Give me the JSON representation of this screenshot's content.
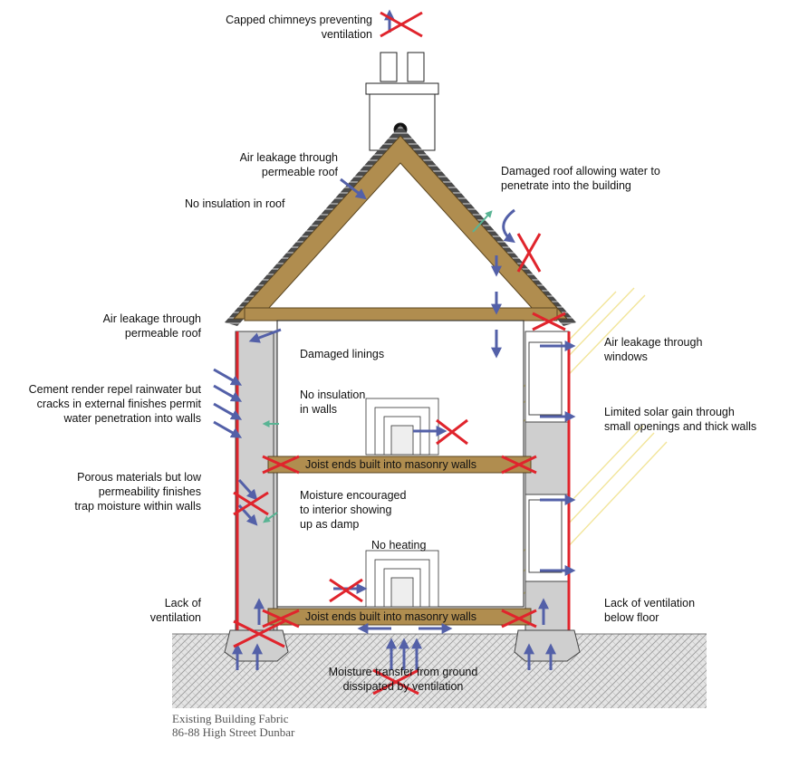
{
  "colors": {
    "timber": "#b08d4f",
    "masonry": "#cfcfcf",
    "render_line": "#e0242c",
    "cross": "#e0242c",
    "flow_arrow": "#5360a8",
    "moisture_arrow": "#59b494",
    "sun_ray": "#f2e59a",
    "ground": "#e4e4e4"
  },
  "annotations": {
    "capped_chimneys": "Capped chimneys preventing\nventilation",
    "air_leak_roof_upper": "Air leakage through\npermeable roof",
    "no_insulation_roof": "No insulation in roof",
    "damaged_roof": "Damaged roof allowing water to\npenetrate into the building",
    "air_leak_roof_lower": "Air leakage through\npermeable roof",
    "damaged_linings": "Damaged linings",
    "cement_render": "Cement render repel rainwater but\ncracks in external finishes permit\nwater penetration into walls",
    "no_insulation_walls": "No insulation\nin walls",
    "air_leak_windows": "Air leakage through\nwindows",
    "limited_solar": "Limited solar gain through\nsmall openings and thick walls",
    "joist_upper": "Joist ends built into masonry walls",
    "porous_materials": "Porous materials but low\npermeability finishes\ntrap moisture within walls",
    "moisture_interior": "Moisture encouraged\nto interior showing\nup as damp",
    "no_heating": "No heating",
    "lack_ventilation": "Lack of\nventilation",
    "lack_ventilation_floor": "Lack of ventilation\nbelow floor",
    "joist_lower": "Joist ends built into masonry walls",
    "moisture_ground": "Moisture transfer from ground\ndissipated by ventilation"
  },
  "caption": {
    "line1": "Existing Building Fabric",
    "line2": "86-88 High Street Dunbar"
  }
}
